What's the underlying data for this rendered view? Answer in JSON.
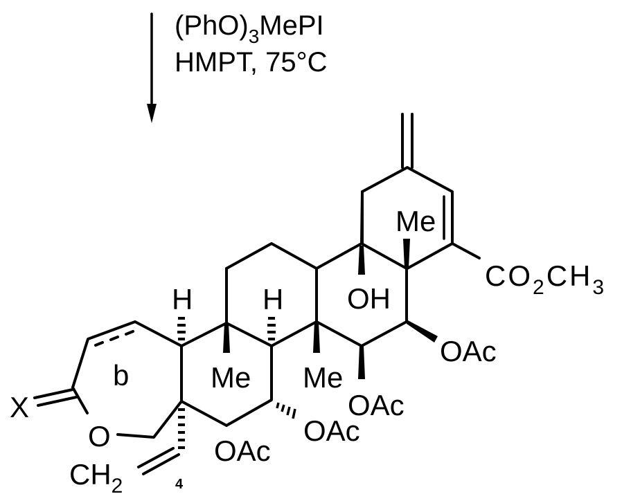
{
  "reaction": {
    "arrow": "down-arrow",
    "conditions": {
      "line1": {
        "prefix": "(PhO)",
        "subscript": "3",
        "suffix": "MePI"
      },
      "line2": "HMPT, 75°C"
    }
  },
  "product": {
    "compound_number": "4",
    "ring_label": "b",
    "labels": {
      "x_atom": "X",
      "ring_oxygen": "O",
      "ch2": {
        "main": "CH",
        "subscript": "2"
      },
      "h_alpha_1": "H",
      "h_alpha_2": "H",
      "me_1": "Me",
      "me_2": "Me",
      "me_3": "Me",
      "oh": "OH",
      "oac_1": "OAc",
      "oac_2": "OAc",
      "oac_3": "OAc",
      "oac_4": "OAc",
      "ester": {
        "c": "CO",
        "sub1": "2",
        "ch": "CH",
        "sub2": "3"
      }
    }
  },
  "colors": {
    "ink": "#000000",
    "background": "#ffffff"
  }
}
